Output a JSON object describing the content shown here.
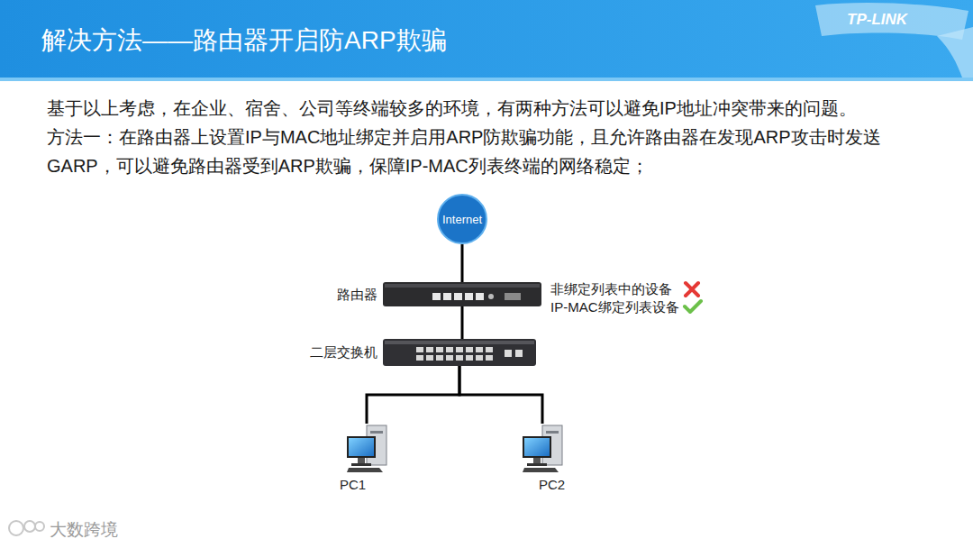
{
  "diagram": {
    "title": "解决方法——路由器开启防ARP欺骗",
    "nodes": [
      {
        "text": [
          "Internet"
        ]
      },
      {
        "text": [
          "路由器"
        ]
      },
      {
        "text": [
          "二层交换机"
        ]
      },
      {
        "text": [
          "PC1"
        ]
      },
      {
        "text": [
          "PC2"
        ]
      }
    ],
    "edges": [
      {
        "from": 0,
        "to": 1,
        "arrow": "none"
      },
      {
        "from": 1,
        "to": 2,
        "arrow": "none"
      },
      {
        "from": 2,
        "to": 3,
        "arrow": "none"
      },
      {
        "from": 2,
        "to": 4,
        "arrow": "none"
      }
    ],
    "labels": [
      "TP-LINK",
      "基于以上考虑，在企业、宿舍、公司等终端较多的环境，有两种方法可以避免IP地址冲突带来的问题。",
      "方法一：在路由器上设置IP与MAC地址绑定并启用ARP防欺骗功能，且允许路由器在发现ARP攻击时发送GARP，可以避免路由器受到ARP欺骗，保障IP-MAC列表终端的网络稳定；",
      "非绑定列表中的设备",
      "IP-MAC绑定列表设备",
      "大数跨境"
    ]
  }
}
